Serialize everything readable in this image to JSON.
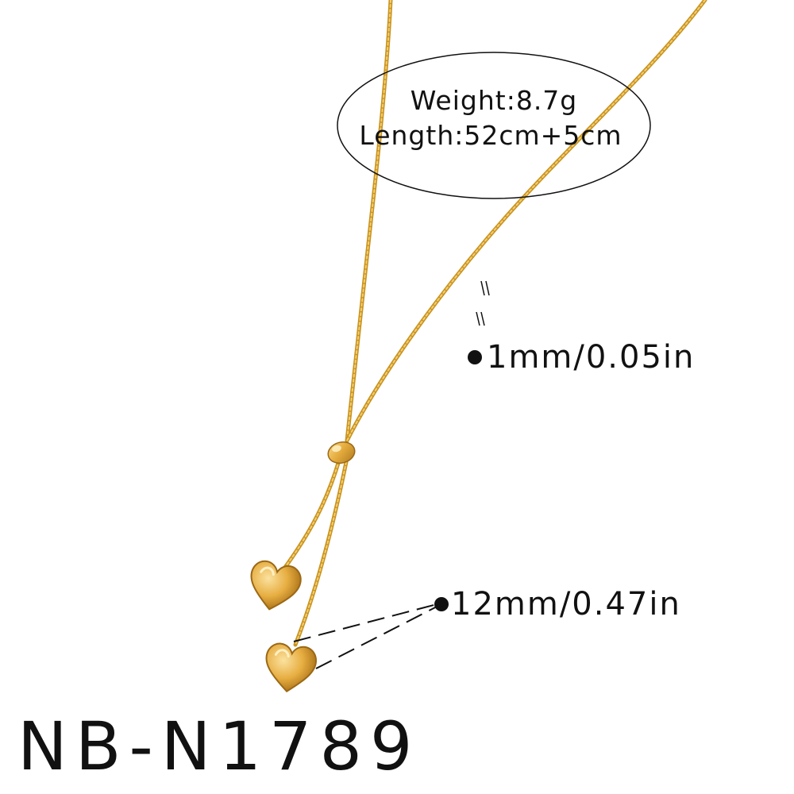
{
  "specs": {
    "weight": "Weight:8.7g",
    "length": "Length:52cm+5cm",
    "chain_width": "1mm/0.05in",
    "pendant_size": "12mm/0.47in"
  },
  "product_code": "NB-N1789",
  "colors": {
    "gold": "#d9a43a",
    "gold_dark": "#a8741a",
    "gold_light": "#f6d27a",
    "ink": "#111111",
    "background": "#ffffff"
  }
}
